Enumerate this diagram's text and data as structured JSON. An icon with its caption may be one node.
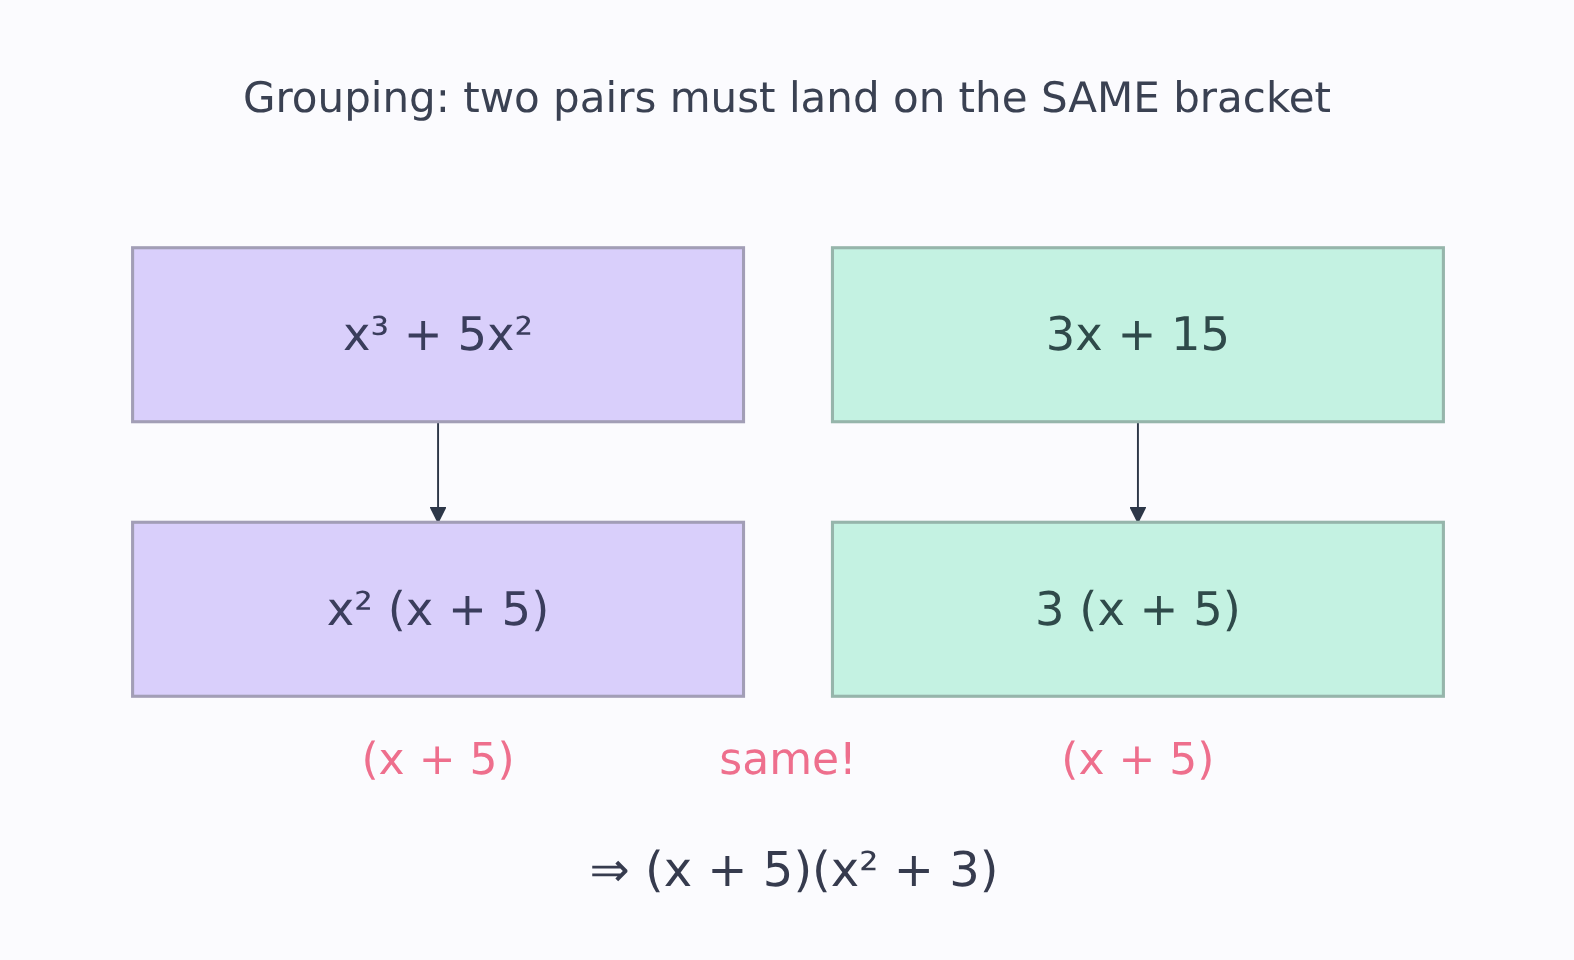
{
  "diagram": {
    "title": "Grouping: two pairs must land on the SAME bracket",
    "nodes": [
      {
        "text": [
          "x³ + 5x²"
        ]
      },
      {
        "text": [
          "3x + 15"
        ]
      },
      {
        "text": [
          "x² (x + 5)"
        ]
      },
      {
        "text": [
          "3 (x + 5)"
        ]
      }
    ],
    "edges": [
      {
        "from": 0,
        "to": 2,
        "arrow": "to"
      },
      {
        "from": 1,
        "to": 3,
        "arrow": "to"
      }
    ],
    "labels": [
      "(x + 5)",
      "same!",
      "(x + 5)",
      "⇒ (x + 5)(x² + 3)"
    ]
  }
}
